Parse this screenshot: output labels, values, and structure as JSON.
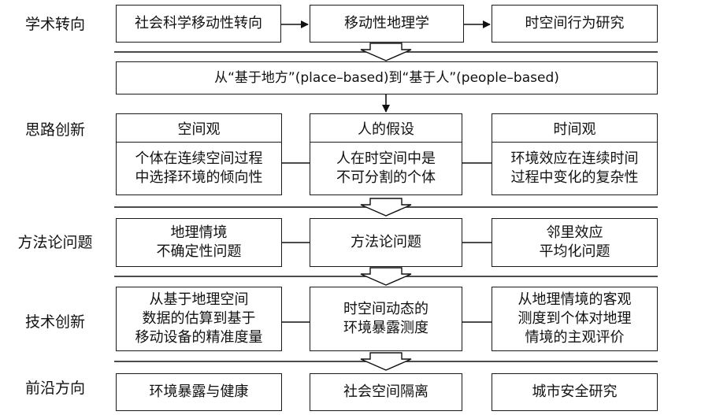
{
  "rows": {
    "academic_turn": "学术转向",
    "idea_innovation": "思路创新",
    "methodology": "方法论问题",
    "tech_innovation": "技术创新",
    "frontier": "前沿方向"
  },
  "academic": {
    "box1": "社会科学移动性转向",
    "box2": "移动性地理学",
    "box3": "时空间行为研究"
  },
  "shift": "从“基于地方”(place–based)到“基于人”(people–based)",
  "ideas": {
    "space_head": "空间观",
    "space_body": "个体在连续空间过程\n中选择环境的倾向性",
    "person_head": "人的假设",
    "person_body": "人在时空间中是\n不可分割的个体",
    "time_head": "时间观",
    "time_body": "环境效应在连续时间\n过程中变化的复杂性"
  },
  "method": {
    "left": "地理情境\n不确定性问题",
    "center": "方法论问题",
    "right": "邻里效应\n平均化问题"
  },
  "tech": {
    "left": "从基于地理空间\n数据的估算到基于\n移动设备的精准度量",
    "center": "时空间动态的\n环境暴露测度",
    "right": "从地理情境的客观\n测度到个体对地理\n情境的主观评价"
  },
  "frontier": {
    "left": "环境暴露与健康",
    "center": "社会空间隔离",
    "right": "城市安全研究"
  }
}
